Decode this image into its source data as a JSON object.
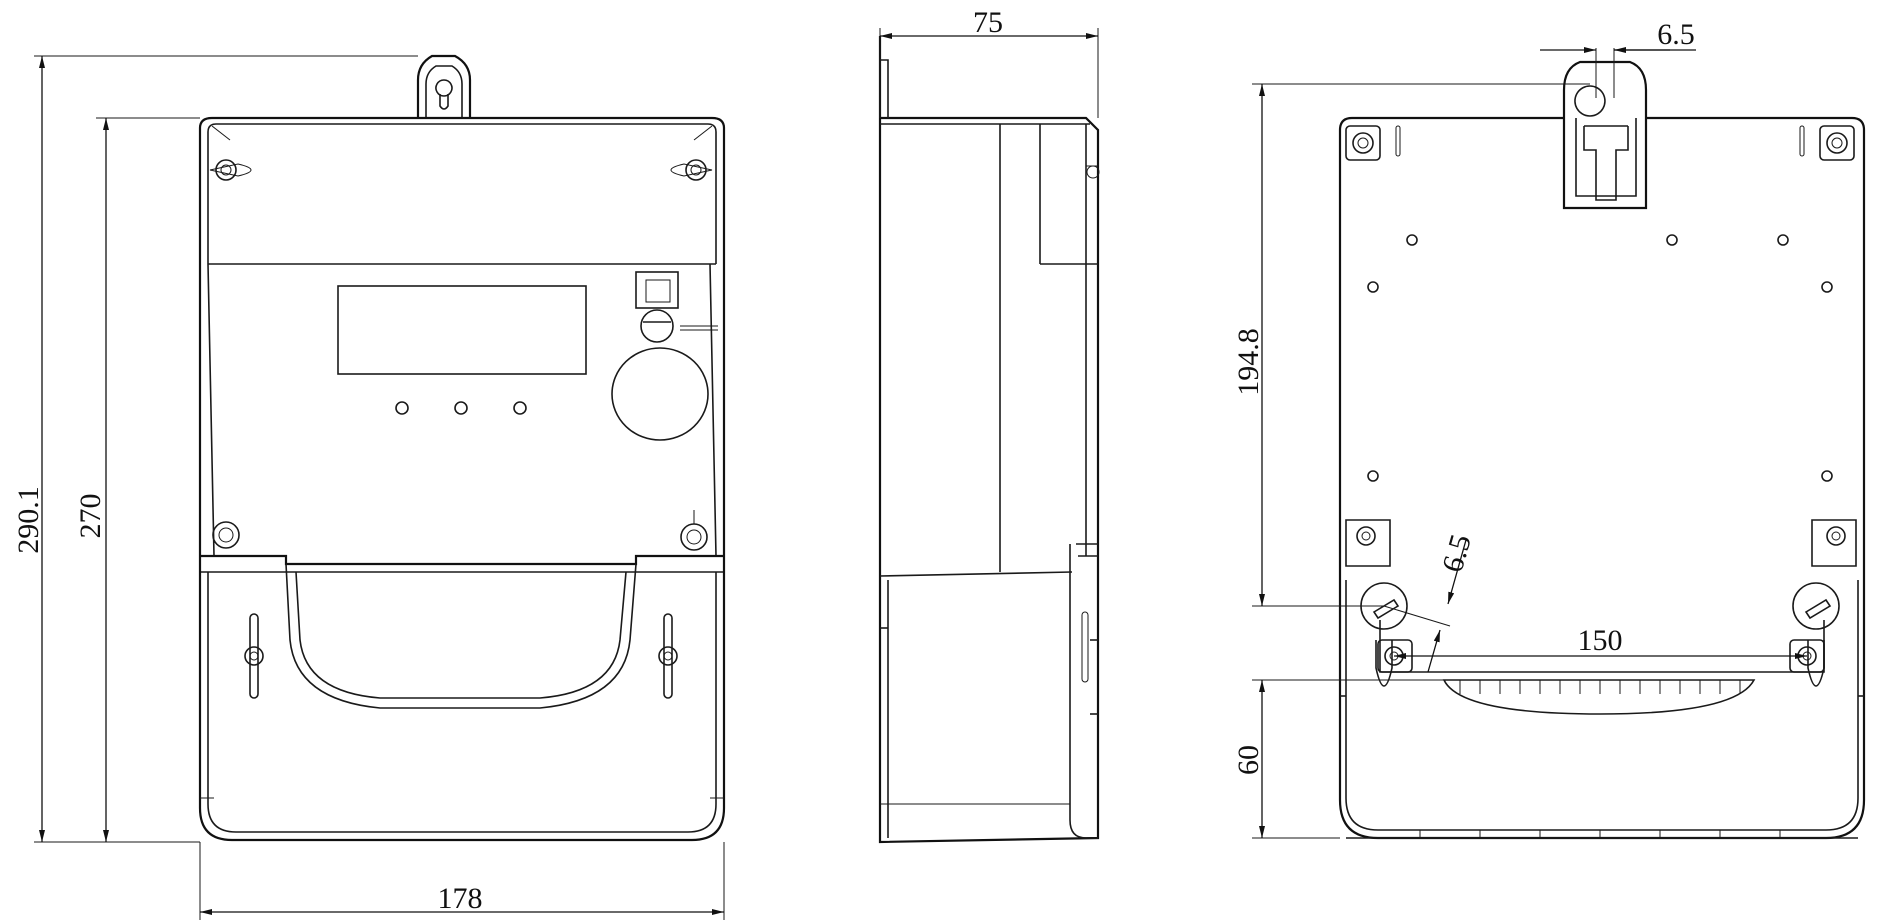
{
  "dimensions": {
    "front_total_height": "290.1",
    "front_body_height": "270",
    "front_width": "178",
    "side_depth": "75",
    "rear_hook_width": "6.5",
    "rear_mount_height": "194.8",
    "rear_hole_diameter": "6.5",
    "rear_hole_spacing": "150",
    "rear_lower_height": "60"
  }
}
